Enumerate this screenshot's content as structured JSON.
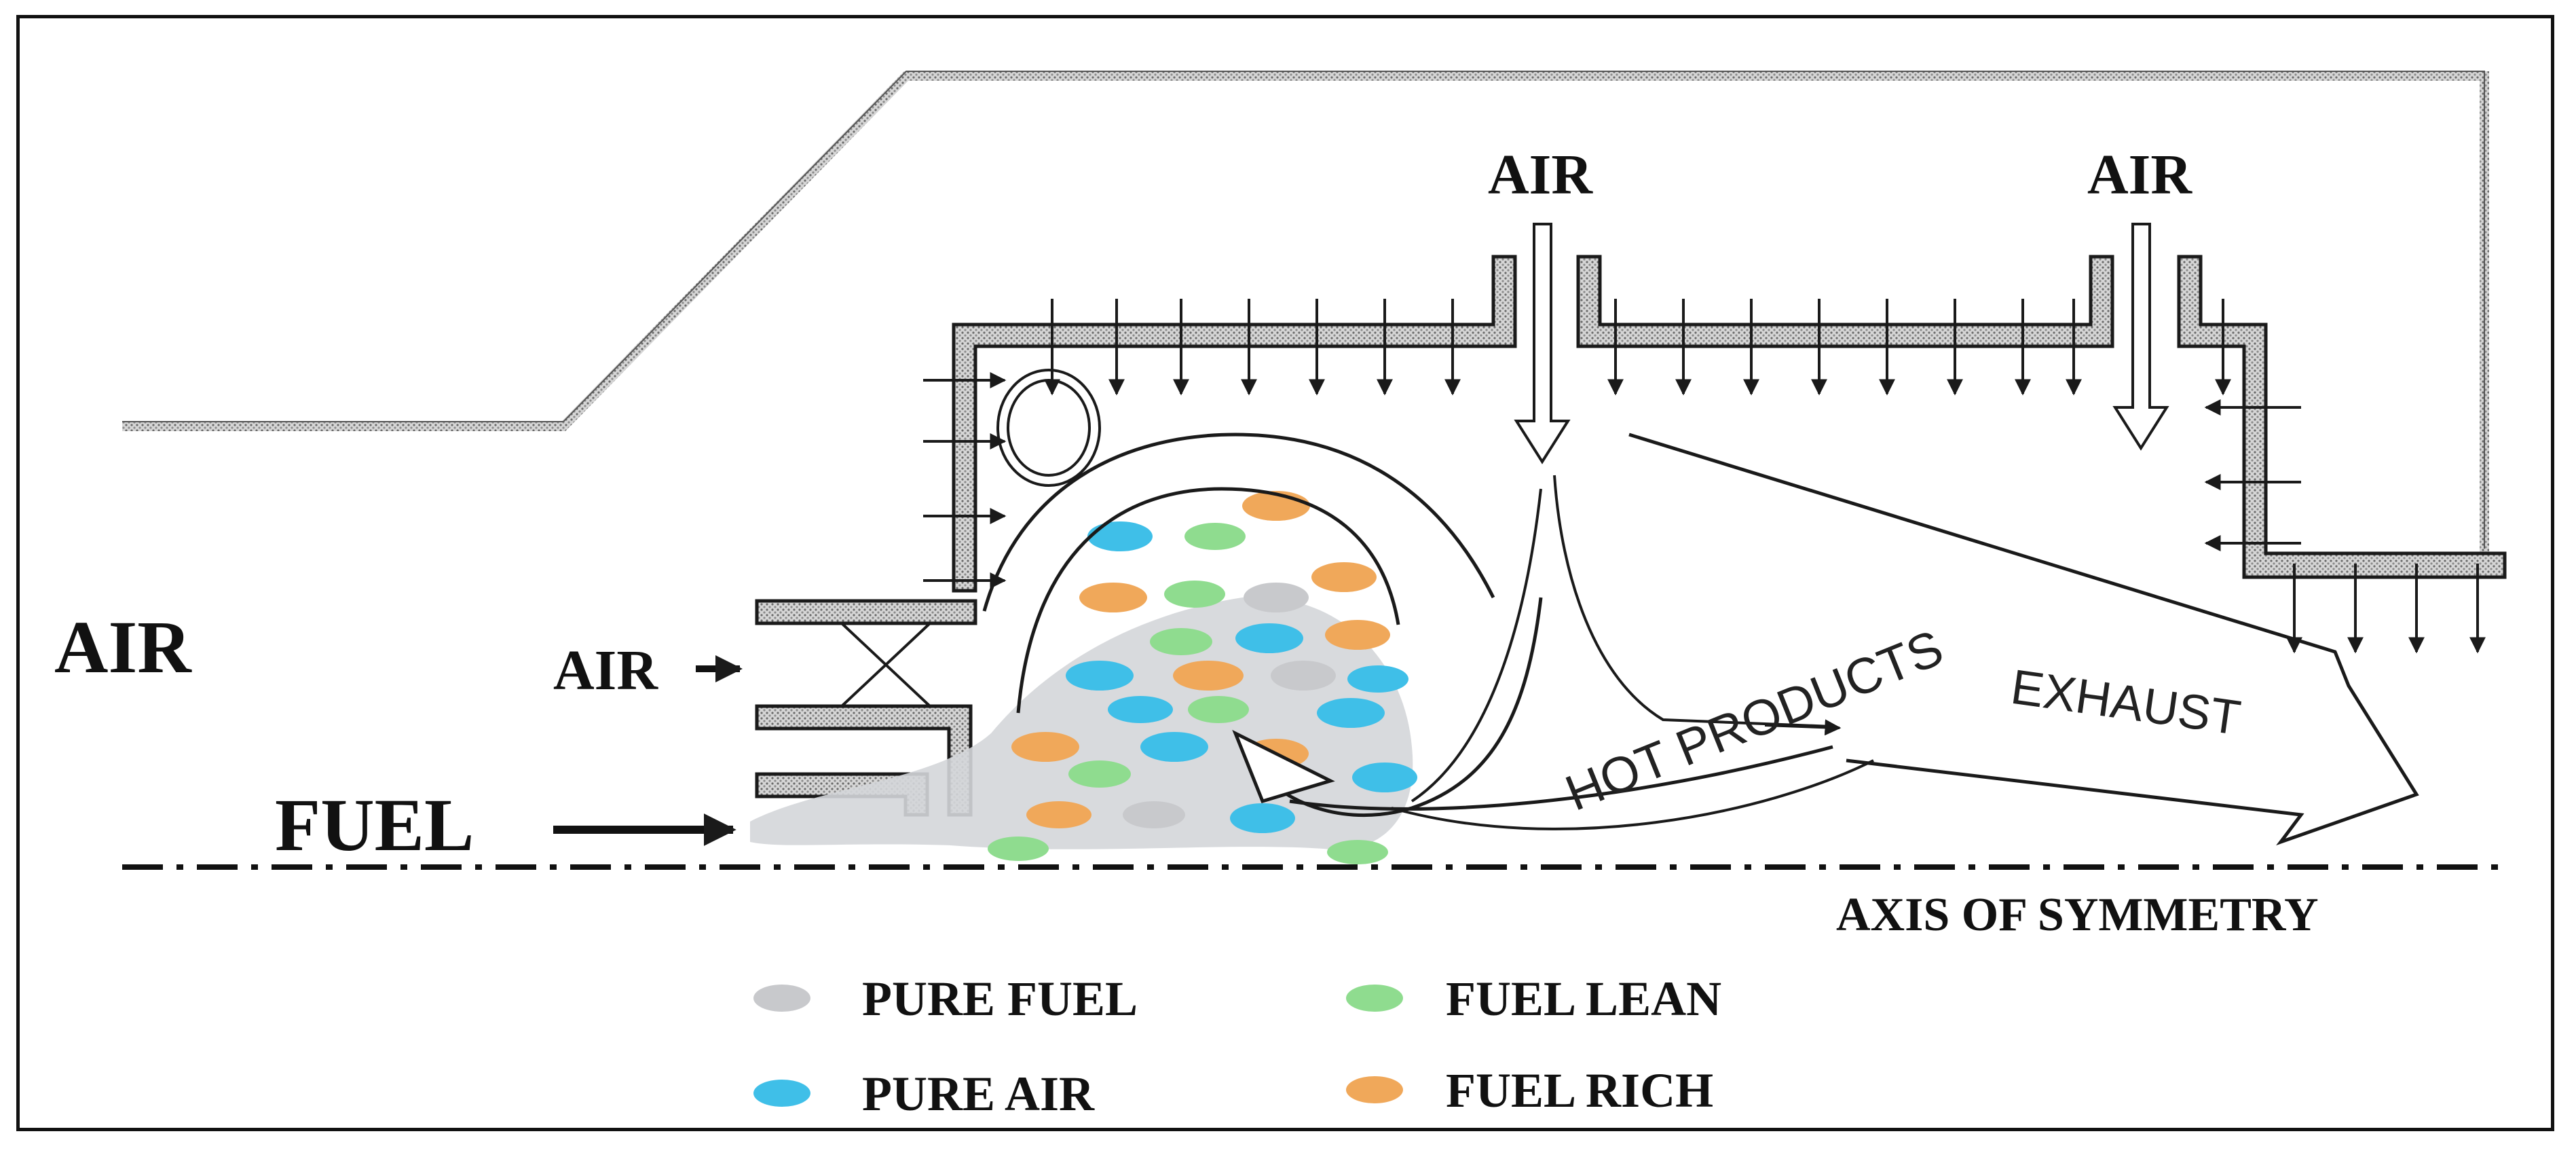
{
  "labels": {
    "air_outer": "AIR",
    "air_inlet": "AIR",
    "fuel": "FUEL",
    "air_top_1": "AIR",
    "air_top_2": "AIR",
    "hot_products": "HOT PRODUCTS",
    "exhaust": "EXHAUST",
    "axis": "AXIS OF SYMMETRY"
  },
  "legend": [
    {
      "label": "PURE FUEL",
      "color": "#c8c9cc"
    },
    {
      "label": "FUEL LEAN",
      "color": "#8fdc8f"
    },
    {
      "label": "PURE AIR",
      "color": "#3fbfe8"
    },
    {
      "label": "FUEL RICH",
      "color": "#f0a85a"
    }
  ],
  "colors": {
    "stroke": "#1a1a1a",
    "wall_fill": "#b8b8b8",
    "mix_zone": "#d4d6d9"
  }
}
